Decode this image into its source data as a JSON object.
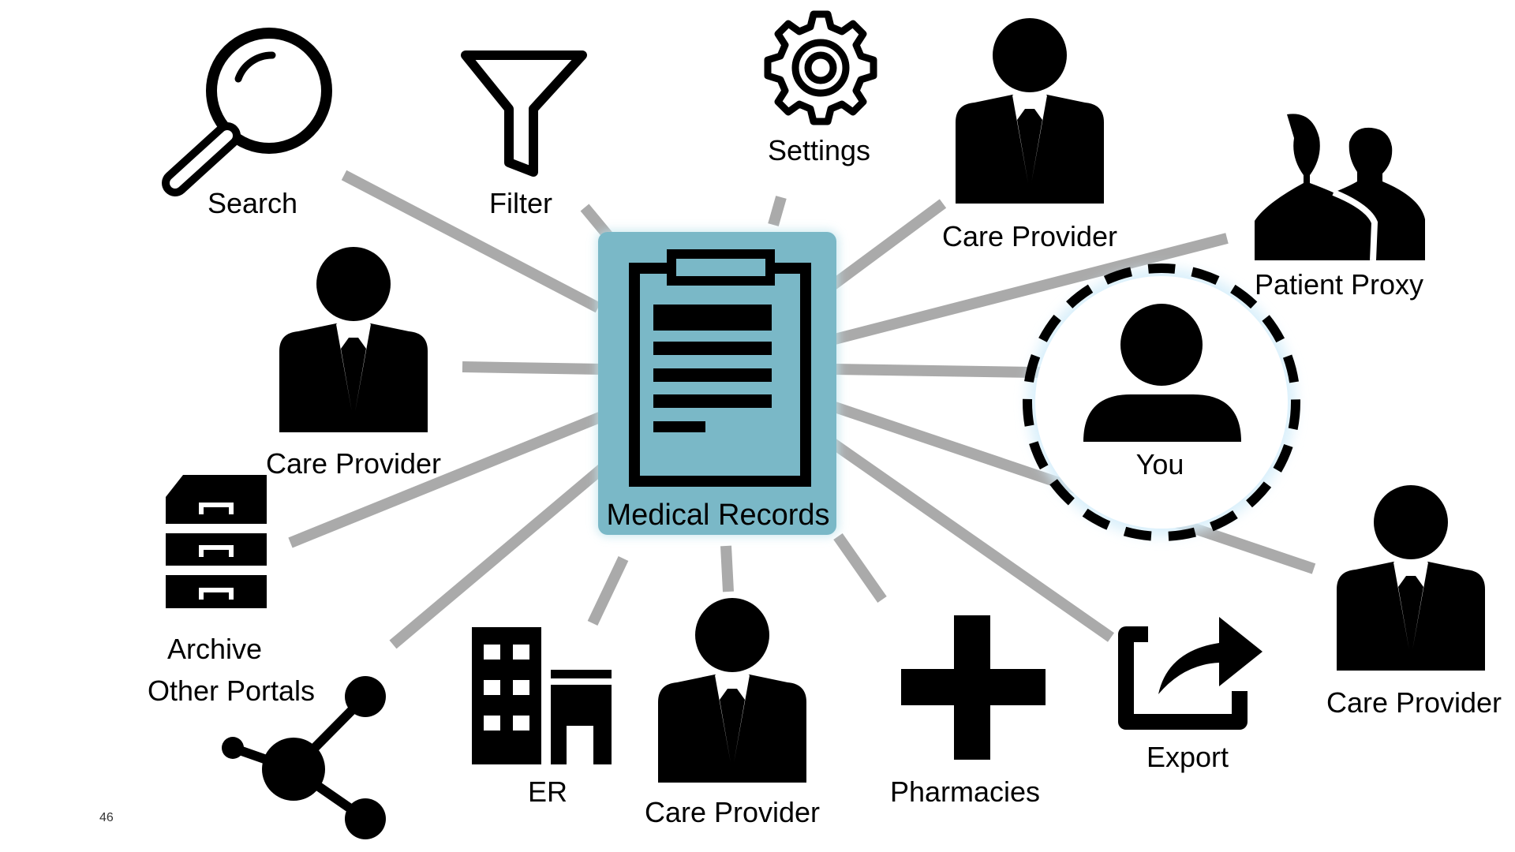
{
  "hub": {
    "label": "Medical Records",
    "icon": "clipboard-icon",
    "color": "#7ab8c7"
  },
  "nodes": [
    {
      "id": "search",
      "label": "Search",
      "icon": "magnifier-icon"
    },
    {
      "id": "filter",
      "label": "Filter",
      "icon": "funnel-icon"
    },
    {
      "id": "settings",
      "label": "Settings",
      "icon": "gear-icon"
    },
    {
      "id": "care-provider-top",
      "label": "Care Provider",
      "icon": "person-suit-icon"
    },
    {
      "id": "patient-proxy",
      "label": "Patient Proxy",
      "icon": "two-people-icon"
    },
    {
      "id": "you",
      "label": "You",
      "icon": "user-icon"
    },
    {
      "id": "care-provider-left",
      "label": "Care Provider",
      "icon": "person-suit-icon"
    },
    {
      "id": "archive",
      "label": "Archive",
      "icon": "file-cabinet-icon"
    },
    {
      "id": "other-portals",
      "label": "Other Portals",
      "icon": "share-nodes-icon"
    },
    {
      "id": "er",
      "label": "ER",
      "icon": "hospital-building-icon"
    },
    {
      "id": "care-provider-bottom",
      "label": "Care Provider",
      "icon": "person-suit-icon"
    },
    {
      "id": "pharmacies",
      "label": "Pharmacies",
      "icon": "plus-cross-icon"
    },
    {
      "id": "export",
      "label": "Export",
      "icon": "export-arrow-icon"
    },
    {
      "id": "care-provider-right",
      "label": "Care Provider",
      "icon": "person-suit-icon"
    }
  ],
  "page_number": "46",
  "connector_color": "#aaaaaa"
}
